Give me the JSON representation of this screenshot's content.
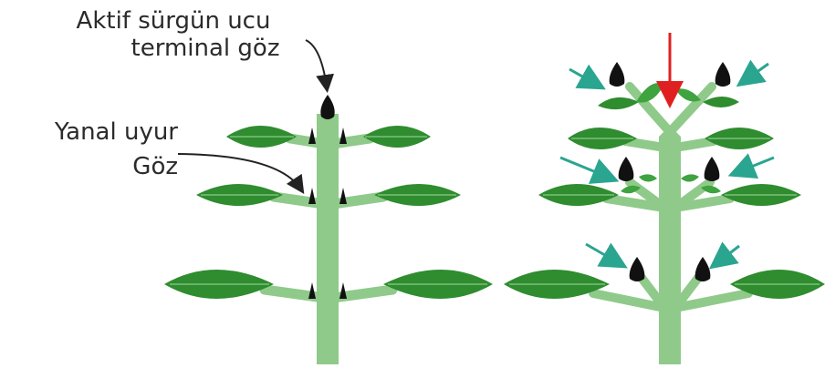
{
  "labels": {
    "terminal_line1": "Aktif sürgün ucu",
    "terminal_line2": "terminal göz",
    "lateral_line1": "Yanal uyur",
    "lateral_line2": "Göz"
  },
  "colors": {
    "leaf": "#2f8c2f",
    "leaf_light": "#3fa33f",
    "stem": "#8fca8a",
    "bud": "#111111",
    "arrow_pointer": "#222222",
    "arrow_red": "#e02020",
    "arrow_teal": "#2aa58f"
  },
  "icons": {
    "bud": "bud-icon",
    "leaf": "leaf-icon",
    "arrow": "arrow-icon"
  }
}
